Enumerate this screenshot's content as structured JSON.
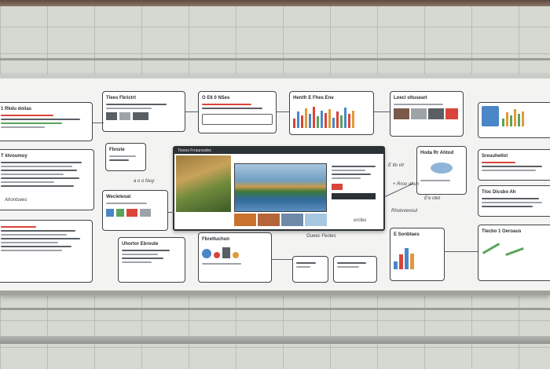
{
  "scene": {
    "wall_color": "#d6d8d2",
    "board_color": "#f3f4f1",
    "accent_red": "#d9453a",
    "accent_blue": "#4a86c8",
    "accent_green": "#5aa35a"
  },
  "cards": {
    "c1": {
      "title": "1 Rkdu doilas"
    },
    "c2": {
      "title": "Tlees Fbrictrt"
    },
    "c3": {
      "title": "O E6 0 NSes"
    },
    "c4": {
      "title": "Hentfr E Fhes Ene"
    },
    "c5": {
      "title": "Loecl oltuseart"
    },
    "c6": {
      "title": ""
    },
    "c7": {
      "title": "T ktvoumoy"
    },
    "c8": {
      "title": "Fbnste"
    },
    "c9": {
      "title": "Wecleleoat"
    },
    "c10": {
      "title": "Hoda Rr Ahtod"
    },
    "c11": {
      "title": "Sreuuhetlol"
    },
    "c12": {
      "title": "Tloc Dicsbo Ah"
    },
    "c13": {
      "title": ""
    },
    "c14": {
      "title": "Uhortor Ebroute"
    },
    "c15": {
      "title": "Fbrettuchun"
    },
    "c16": {
      "title": ""
    },
    "c17": {
      "title": ""
    },
    "c18": {
      "title": "E Sonbtaes"
    },
    "c19": {
      "title": "Tlecbo 1 Oeroaus"
    }
  },
  "monitor": {
    "title": "Tiooos Frraurssdes"
  },
  "notes": {
    "n1": "E tlo vtr",
    "n2": "+ Rroo ahun",
    "n3": "E'e otet",
    "n4": "orctes",
    "n5": "Rhotvvevoul",
    "n6": "Gueec Feotes",
    "n7": "a o o fouy",
    "n8": "Ahontsees"
  }
}
